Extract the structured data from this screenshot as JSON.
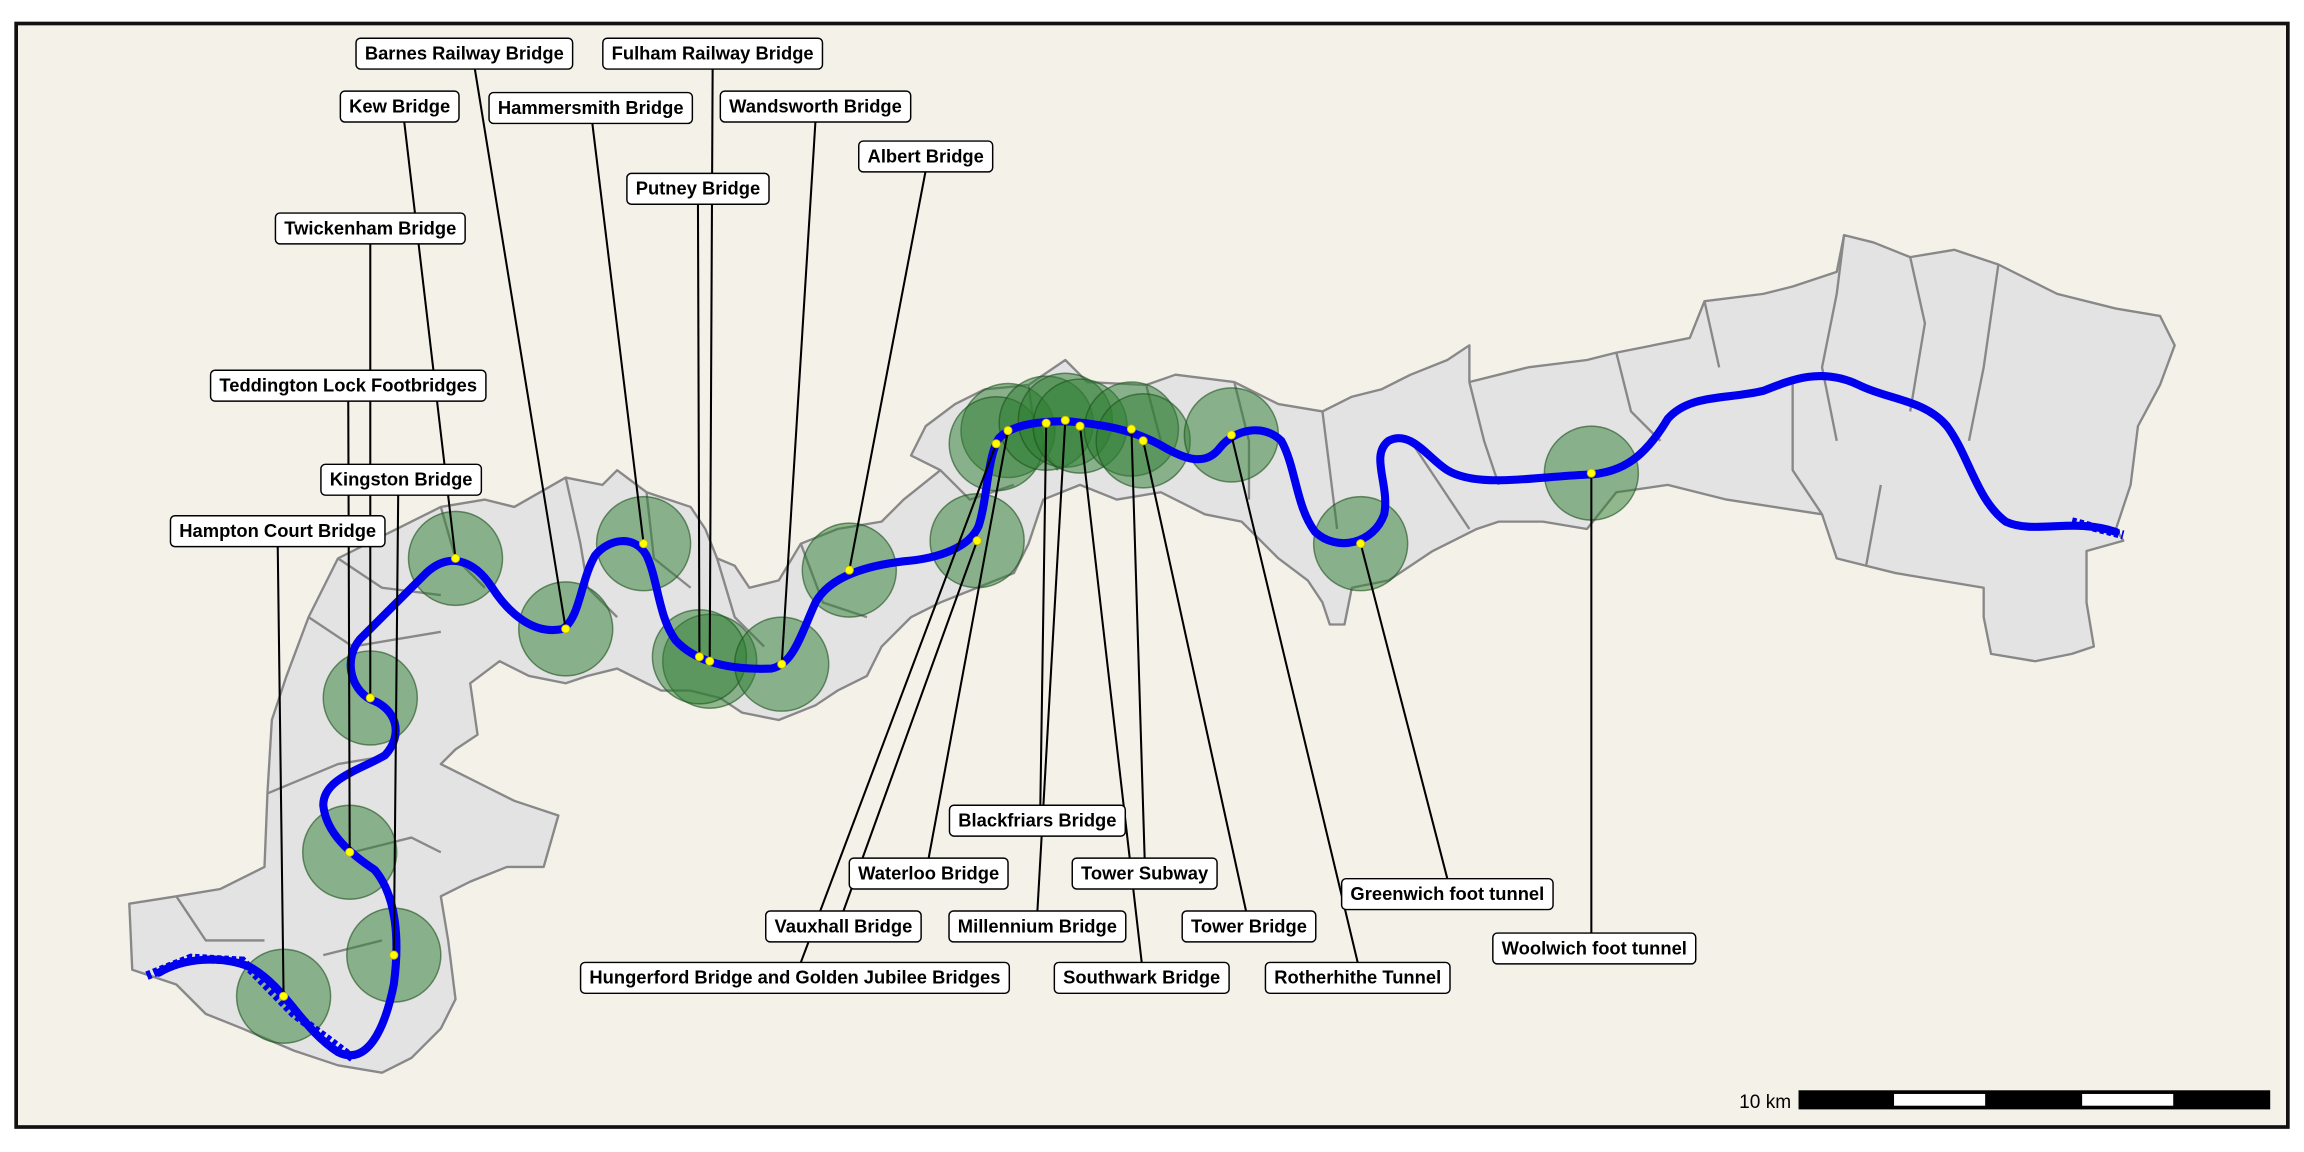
{
  "map": {
    "colors": {
      "background": "#f4f2e8",
      "borough_fill": "#e3e3e3",
      "borough_stroke": "#888888",
      "river": "#0000ee",
      "buffer": "#2e7d32",
      "bridge_point": "#ffff00"
    },
    "bridges": [
      {
        "name": "Hampton Court Bridge"
      },
      {
        "name": "Kingston Bridge"
      },
      {
        "name": "Teddington Lock Footbridges"
      },
      {
        "name": "Twickenham Bridge"
      },
      {
        "name": "Kew Bridge"
      },
      {
        "name": "Barnes Railway Bridge"
      },
      {
        "name": "Hammersmith Bridge"
      },
      {
        "name": "Fulham Railway Bridge"
      },
      {
        "name": "Putney Bridge"
      },
      {
        "name": "Wandsworth Bridge"
      },
      {
        "name": "Albert Bridge"
      },
      {
        "name": "Vauxhall Bridge"
      },
      {
        "name": "Waterloo Bridge"
      },
      {
        "name": "Hungerford Bridge and Golden Jubilee Bridges"
      },
      {
        "name": "Blackfriars Bridge"
      },
      {
        "name": "Millennium Bridge"
      },
      {
        "name": "Southwark Bridge"
      },
      {
        "name": "Tower Subway"
      },
      {
        "name": "Tower Bridge"
      },
      {
        "name": "Rotherhithe Tunnel"
      },
      {
        "name": "Greenwich foot tunnel"
      },
      {
        "name": "Woolwich foot tunnel"
      }
    ],
    "scale_bar": {
      "label": "10 km"
    }
  }
}
